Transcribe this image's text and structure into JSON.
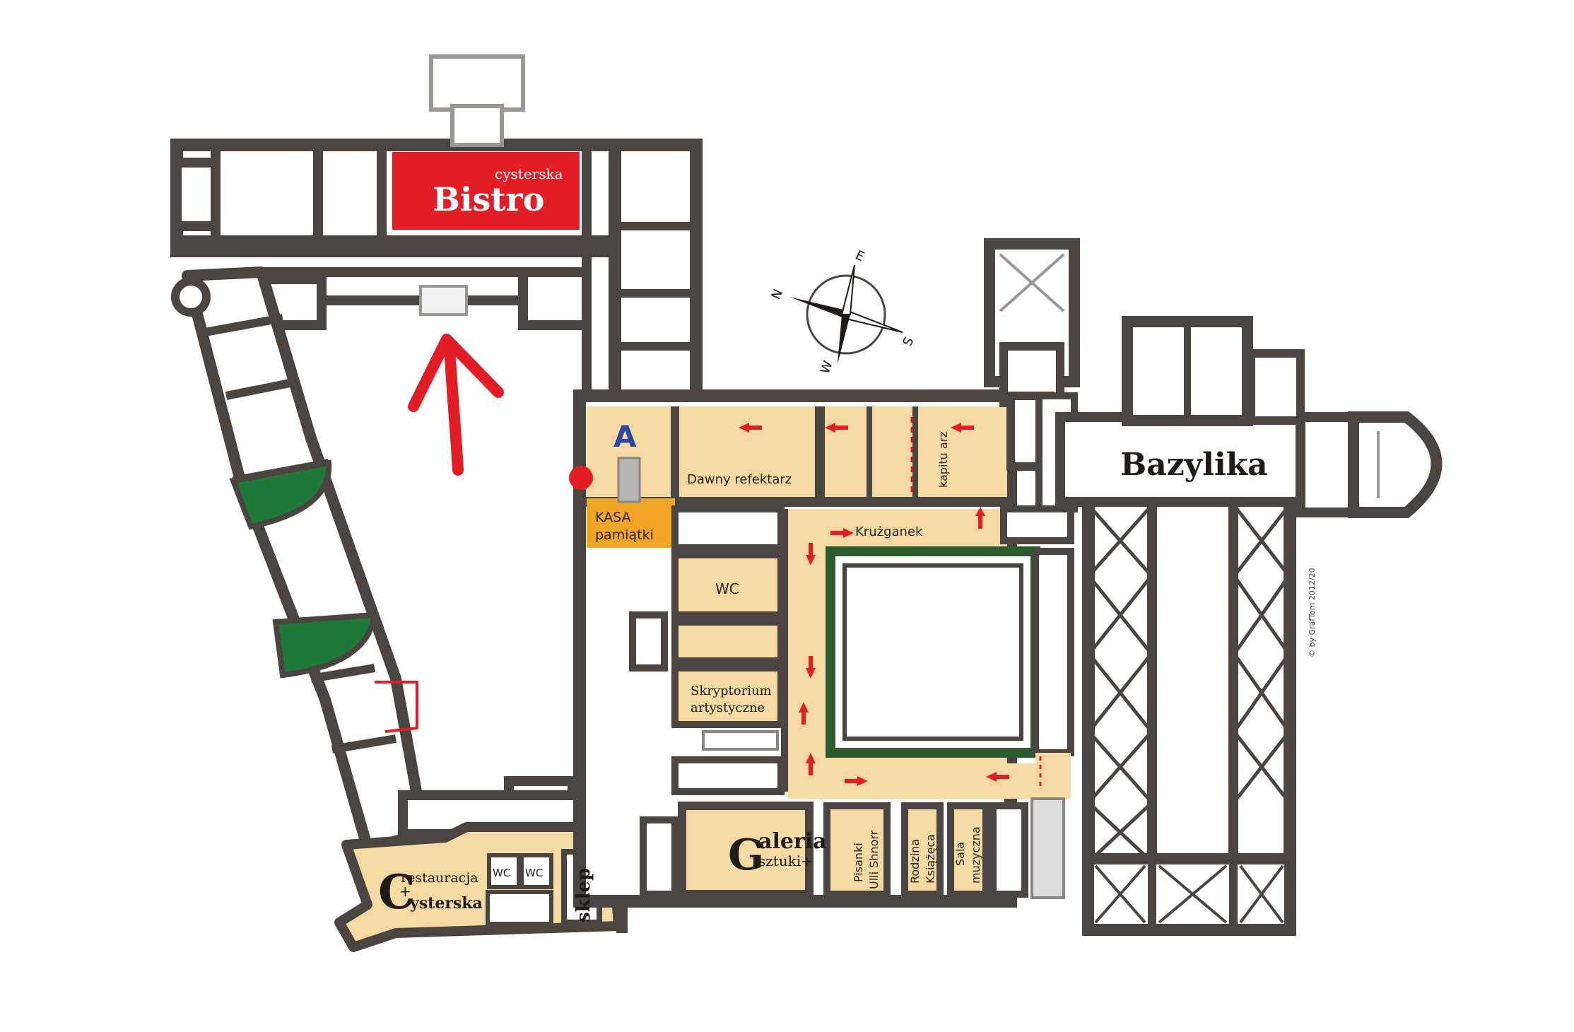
{
  "colors": {
    "wall": "#4a4540",
    "floor_route": "#f5d9a3",
    "kasa": "#f0a524",
    "bistro_red": "#e21d25",
    "green": "#1f7a39",
    "arrow_red": "#e21d25",
    "cloister_green": "#2c5c2e",
    "text_dark": "#1f1a16",
    "label_blue": "#2b49a0",
    "marker_red": "#e21d25"
  },
  "bistro": {
    "small": "cysterska",
    "big": "Bistro"
  },
  "entrance_marker": {
    "letter": "A"
  },
  "kasa": {
    "line1": "KASA",
    "line2": "pamiątki"
  },
  "rooms": {
    "refektarz": "Dawny refektarz",
    "kapitularz": "kapitu arz",
    "kruzganek": "Krużganek",
    "wc_main": "WC",
    "skryptorium_1": "Skryptorium",
    "skryptorium_2": "artystyczne",
    "galeria_big": "G",
    "galeria_rest": "aleria",
    "galeria_sub": "sztuki+",
    "pisanki_1": "Pisanki",
    "pisanki_2": "Ulli Shnorr",
    "rodzina_1": "Rodzina",
    "rodzina_2": "Książęca",
    "sala_1": "Sala",
    "sala_2": "muzyczna",
    "restauracja_big": "C",
    "restauracja_1": "restauracja",
    "restauracja_2": "ysterska",
    "wc_left": "WC",
    "wc_right": "WC",
    "sklep": "sklep"
  },
  "bazylika": "Bazylika",
  "compass": {
    "n": "N",
    "e": "E",
    "s": "S",
    "w": "W"
  },
  "copyright": "© by GrafTom 2012/20",
  "icons": [
    "compass-icon",
    "direction-arrow-icon",
    "entrance-dot-icon",
    "plus-icon"
  ]
}
